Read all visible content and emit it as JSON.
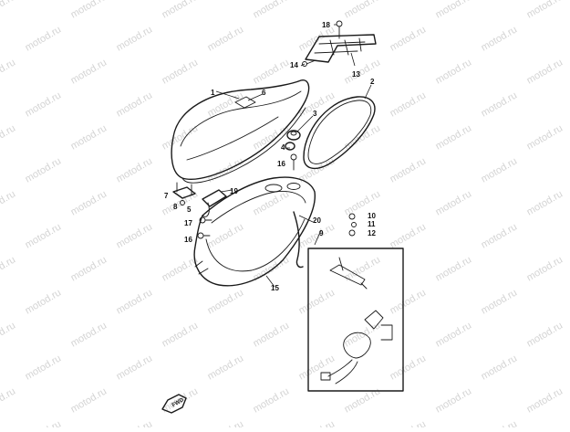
{
  "watermark": {
    "text": "motod.ru",
    "color": "#d4d4d4"
  },
  "colors": {
    "ink": "#1a1a1a",
    "background": "#ffffff"
  },
  "callouts": {
    "n1": "1",
    "n2": "2",
    "n3": "3",
    "n4": "4",
    "n5": "5",
    "n6": "6",
    "n7": "7",
    "n8": "8",
    "n9": "9",
    "n10": "10",
    "n11": "11",
    "n12": "12",
    "n13": "13",
    "n14": "14",
    "n15": "15",
    "n16a": "16",
    "n16b": "16",
    "n17": "17",
    "n18": "18",
    "n19": "19",
    "n20": "20"
  },
  "direction_badge": {
    "label": "FWD",
    "icon": "forward-arrow-icon"
  }
}
